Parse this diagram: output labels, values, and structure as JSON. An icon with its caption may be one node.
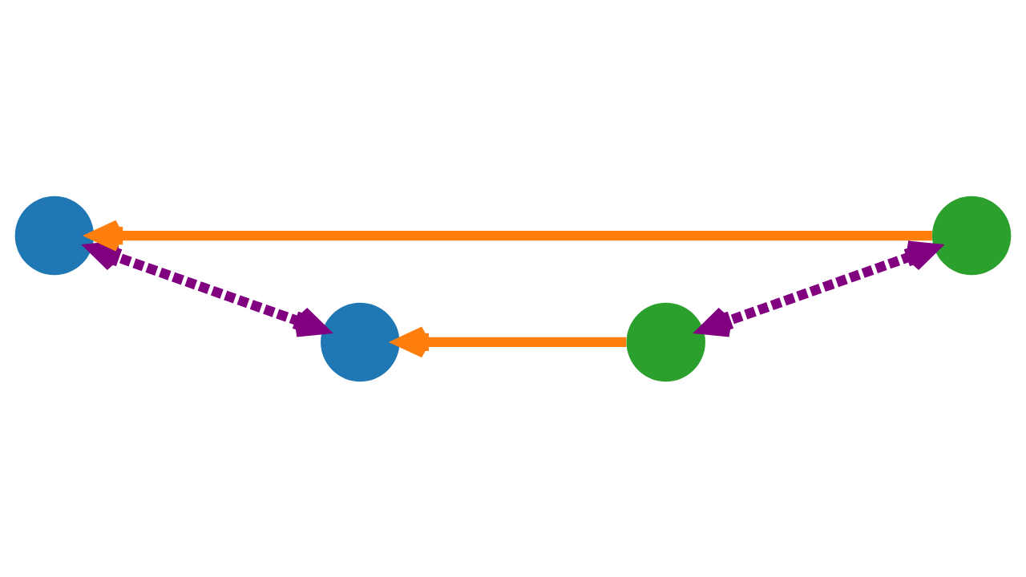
{
  "diagram": {
    "nodes": [
      {
        "text": [],
        "shape": "circle"
      },
      {
        "text": [],
        "shape": "circle"
      },
      {
        "text": [],
        "shape": "circle"
      },
      {
        "text": [],
        "shape": "circle"
      }
    ],
    "edges": [
      {
        "from": 0,
        "to": 1,
        "arrow": "both",
        "style": "dashed",
        "color": "#800080"
      },
      {
        "from": 3,
        "to": 0,
        "arrow": "to",
        "color": "#ff7f0e"
      },
      {
        "from": 2,
        "to": 1,
        "arrow": "to",
        "color": "#ff7f0e"
      },
      {
        "from": 2,
        "to": 3,
        "arrow": "both",
        "style": "dashed",
        "color": "#800080"
      }
    ]
  }
}
